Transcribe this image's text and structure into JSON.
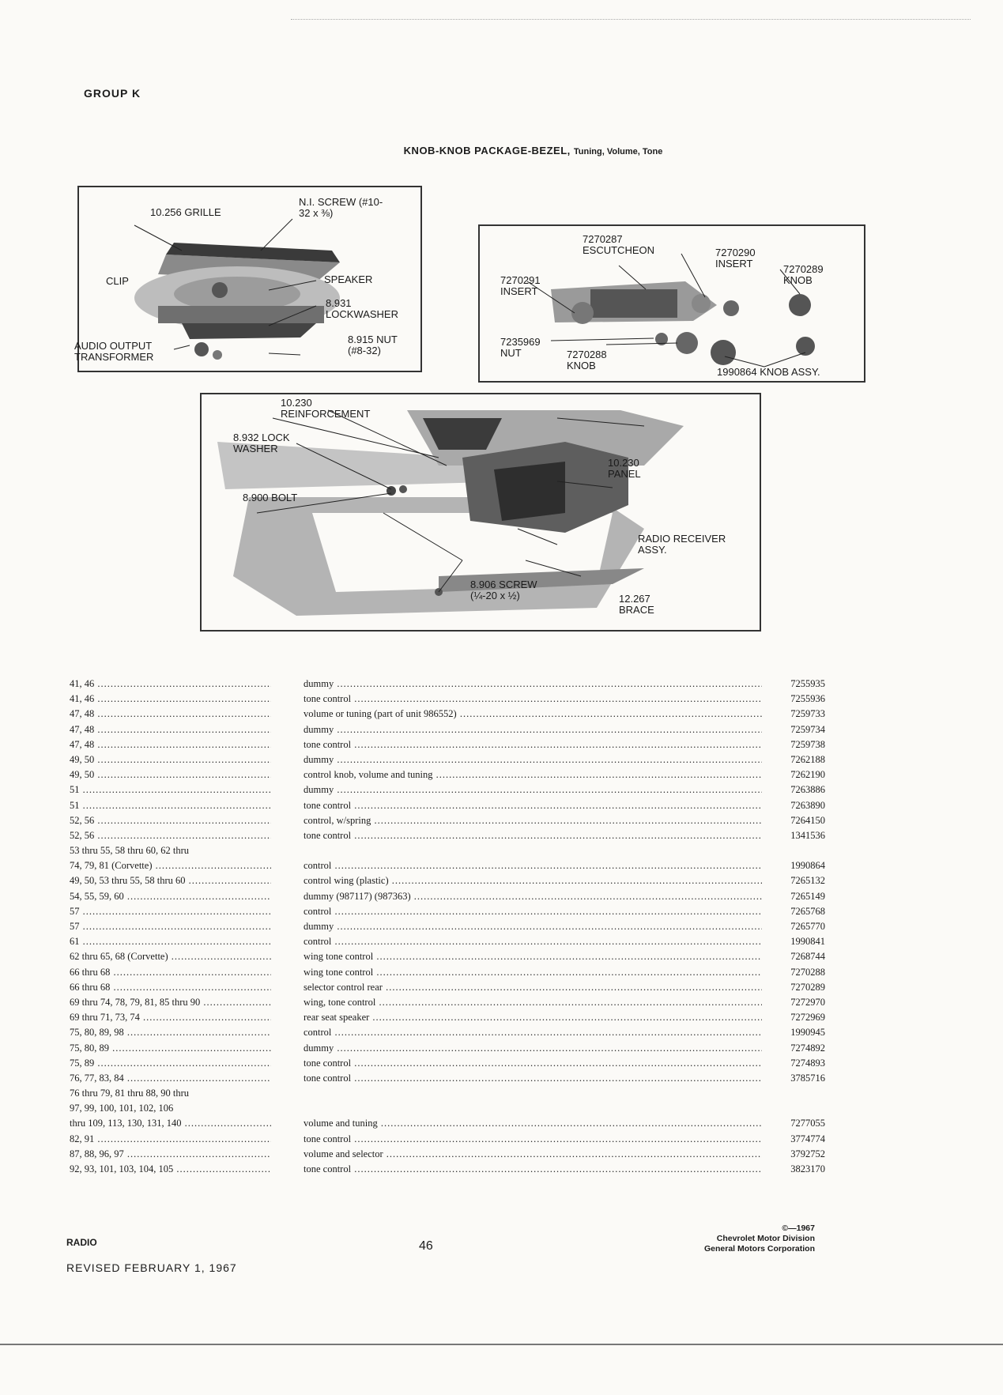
{
  "header": {
    "group": "GROUP K",
    "title": "KNOB-KNOB PACKAGE-BEZEL,",
    "subtitle": "Tuning, Volume, Tone"
  },
  "figure_speaker": {
    "grille": "10.256 GRILLE",
    "screw": "N.I. SCREW (#10-32 x ⅜)",
    "clip": "CLIP",
    "speaker": "SPEAKER",
    "lockwasher": "8.931 LOCKWASHER",
    "audio": "AUDIO OUTPUT TRANSFORMER",
    "nut": "8.915 NUT (#8-32)"
  },
  "figure_knobs": {
    "escutcheon": "7270287 ESCUTCHEON",
    "insert_r": "7270290 INSERT",
    "knob_r": "7270289 KNOB",
    "insert_l": "7270291 INSERT",
    "nut": "7235969 NUT",
    "knob_l": "7270288 KNOB",
    "knob_assy": "1990864 KNOB ASSY."
  },
  "figure_console": {
    "reinforcement": "10.230 REINFORCEMENT",
    "lockwasher": "8.932 LOCK WASHER",
    "bolt": "8.900 BOLT",
    "panel": "10.230 PANEL",
    "receiver": "RADIO RECEIVER ASSY.",
    "screw": "8.906 SCREW (¼-20 x ½)",
    "brace": "12.267 BRACE"
  },
  "parts": [
    {
      "fig": "41, 46",
      "desc": "dummy",
      "pn": "7255935"
    },
    {
      "fig": "41, 46",
      "desc": "tone control",
      "pn": "7255936"
    },
    {
      "fig": "47, 48",
      "desc": "volume or tuning (part of unit 986552)",
      "pn": "7259733"
    },
    {
      "fig": "47, 48",
      "desc": "dummy",
      "pn": "7259734"
    },
    {
      "fig": "47, 48",
      "desc": "tone control",
      "pn": "7259738"
    },
    {
      "fig": "49, 50",
      "desc": "dummy",
      "pn": "7262188"
    },
    {
      "fig": "49, 50",
      "desc": "control knob, volume and tuning",
      "pn": "7262190"
    },
    {
      "fig": "51",
      "desc": "dummy",
      "pn": "7263886"
    },
    {
      "fig": "51",
      "desc": "tone control",
      "pn": "7263890"
    },
    {
      "fig": "52, 56",
      "desc": "control, w/spring",
      "pn": "7264150"
    },
    {
      "fig": "52, 56",
      "desc": "tone control",
      "pn": "1341536"
    },
    {
      "fig": "53 thru 55, 58 thru 60, 62 thru",
      "desc": "",
      "pn": "",
      "cont": true
    },
    {
      "fig": "   74, 79, 81 (Corvette)",
      "desc": "control",
      "pn": "1990864"
    },
    {
      "fig": "49, 50, 53 thru 55, 58 thru 60",
      "desc": "control wing (plastic)",
      "pn": "7265132"
    },
    {
      "fig": "54, 55, 59, 60",
      "desc": "dummy (987117) (987363)",
      "pn": "7265149"
    },
    {
      "fig": "57",
      "desc": "control",
      "pn": "7265768"
    },
    {
      "fig": "57",
      "desc": "dummy",
      "pn": "7265770"
    },
    {
      "fig": "61",
      "desc": "control",
      "pn": "1990841"
    },
    {
      "fig": "62 thru 65, 68 (Corvette)",
      "desc": "wing tone control",
      "pn": "7268744"
    },
    {
      "fig": "66 thru 68",
      "desc": "wing tone control",
      "pn": "7270288"
    },
    {
      "fig": "66 thru 68",
      "desc": "selector control rear",
      "pn": "7270289"
    },
    {
      "fig": "69 thru 74, 78, 79, 81, 85 thru 90",
      "desc": "wing, tone control",
      "pn": "7272970"
    },
    {
      "fig": "69 thru 71, 73, 74",
      "desc": "rear seat speaker",
      "pn": "7272969"
    },
    {
      "fig": "75, 80, 89, 98",
      "desc": "control",
      "pn": "1990945"
    },
    {
      "fig": "75, 80, 89",
      "desc": "dummy",
      "pn": "7274892"
    },
    {
      "fig": "75, 89",
      "desc": "tone control",
      "pn": "7274893"
    },
    {
      "fig": "76, 77, 83, 84",
      "desc": "tone control",
      "pn": "3785716"
    },
    {
      "fig": "76 thru 79, 81 thru 88, 90 thru",
      "desc": "",
      "pn": "",
      "cont": true
    },
    {
      "fig": "   97, 99, 100, 101, 102, 106",
      "desc": "",
      "pn": "",
      "cont": true
    },
    {
      "fig": "   thru 109, 113, 130, 131, 140",
      "desc": "volume and tuning",
      "pn": "7277055"
    },
    {
      "fig": "82, 91",
      "desc": "tone control",
      "pn": "3774774"
    },
    {
      "fig": "87, 88, 96, 97",
      "desc": "volume and selector",
      "pn": "3792752"
    },
    {
      "fig": "92, 93, 101, 103, 104, 105",
      "desc": "tone control",
      "pn": "3823170"
    }
  ],
  "footer": {
    "section": "RADIO",
    "revised": "REVISED FEBRUARY 1, 1967",
    "page": "46",
    "copyright": "©—1967",
    "division": "Chevrolet Motor Division",
    "corp": "General Motors Corporation"
  }
}
